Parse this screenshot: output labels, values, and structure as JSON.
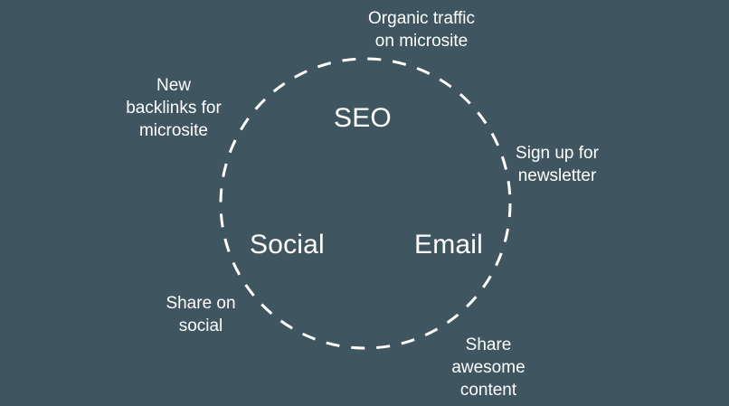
{
  "colors": {
    "background": "#3f5660",
    "foreground": "#ffffff"
  },
  "nodes": {
    "seo": "SEO",
    "social": "Social",
    "email": "Email"
  },
  "steps": {
    "organic_traffic": [
      "Organic traffic",
      "on microsite"
    ],
    "sign_up": [
      "Sign up for",
      "newsletter"
    ],
    "share_content": [
      "Share",
      "awesome",
      "content"
    ],
    "share_social": [
      "Share on",
      "social"
    ],
    "new_backlinks": [
      "New",
      "backlinks for",
      "microsite"
    ]
  }
}
